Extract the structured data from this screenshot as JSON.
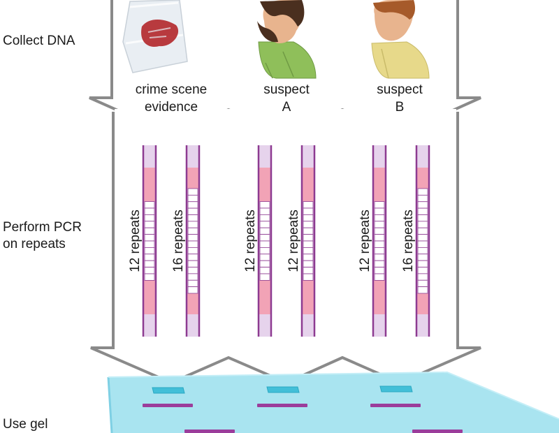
{
  "steps": {
    "collect": "Collect DNA",
    "pcr": "Perform PCR\non repeats",
    "gel": "Use gel"
  },
  "samples": [
    {
      "label": "crime scene\nevidence",
      "alleles": [
        12,
        16
      ]
    },
    {
      "label": "suspect\nA",
      "alleles": [
        12,
        12
      ]
    },
    {
      "label": "suspect\nB",
      "alleles": [
        12,
        16
      ]
    }
  ],
  "repeat_unit": "repeats",
  "colors": {
    "arrow_stroke": "#8a8a8a",
    "arrow_fill": "#ffffff",
    "strand_border": "#8d3b91",
    "flank_pink": "#f2a3b6",
    "flank_light": "#e6d3ec",
    "gel_top": "#a9e4f0",
    "gel_edge": "#7fd0e4",
    "gel_well": "#42bfd8",
    "gel_band": "#9b3d9b",
    "shirt_a": "#8fbf5a",
    "shirt_b": "#e7d98a",
    "skin": "#e8b48e",
    "hair_a": "#4a2f1f",
    "hair_b": "#a65a2a",
    "stain": "#b3262a"
  }
}
